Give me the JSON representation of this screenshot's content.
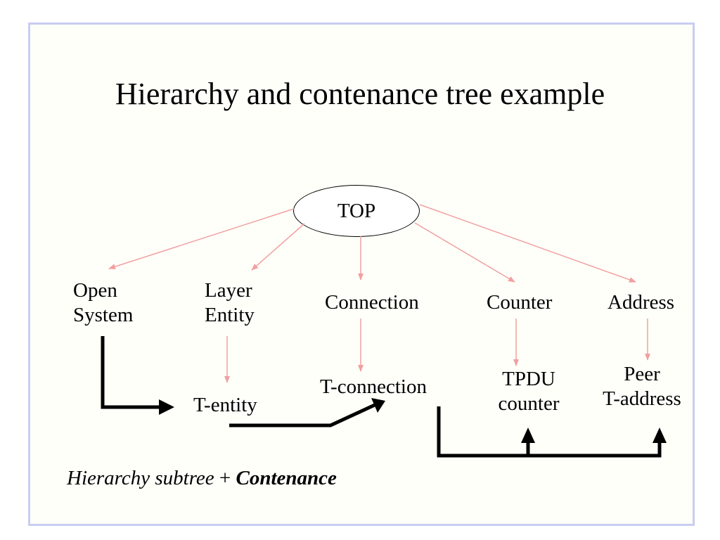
{
  "title": "Hierarchy and contenance tree example",
  "nodes": {
    "top": "TOP",
    "open_system": [
      "Open",
      "System"
    ],
    "layer_entity": [
      "Layer",
      "Entity"
    ],
    "connection": "Connection",
    "counter": "Counter",
    "address": "Address",
    "t_entity": "T-entity",
    "t_connection": "T-connection",
    "tpdu_counter": [
      "TPDU",
      "counter"
    ],
    "peer_t_address": [
      "Peer",
      "T-address"
    ]
  },
  "caption": {
    "part1": "Hierarchy subtree",
    "plus": " + ",
    "part2": "Contenance"
  },
  "colors": {
    "hierarchy_arrow": "#f0a0a0",
    "contenance_arrow": "#000000",
    "frame": "#c9cdf2"
  }
}
